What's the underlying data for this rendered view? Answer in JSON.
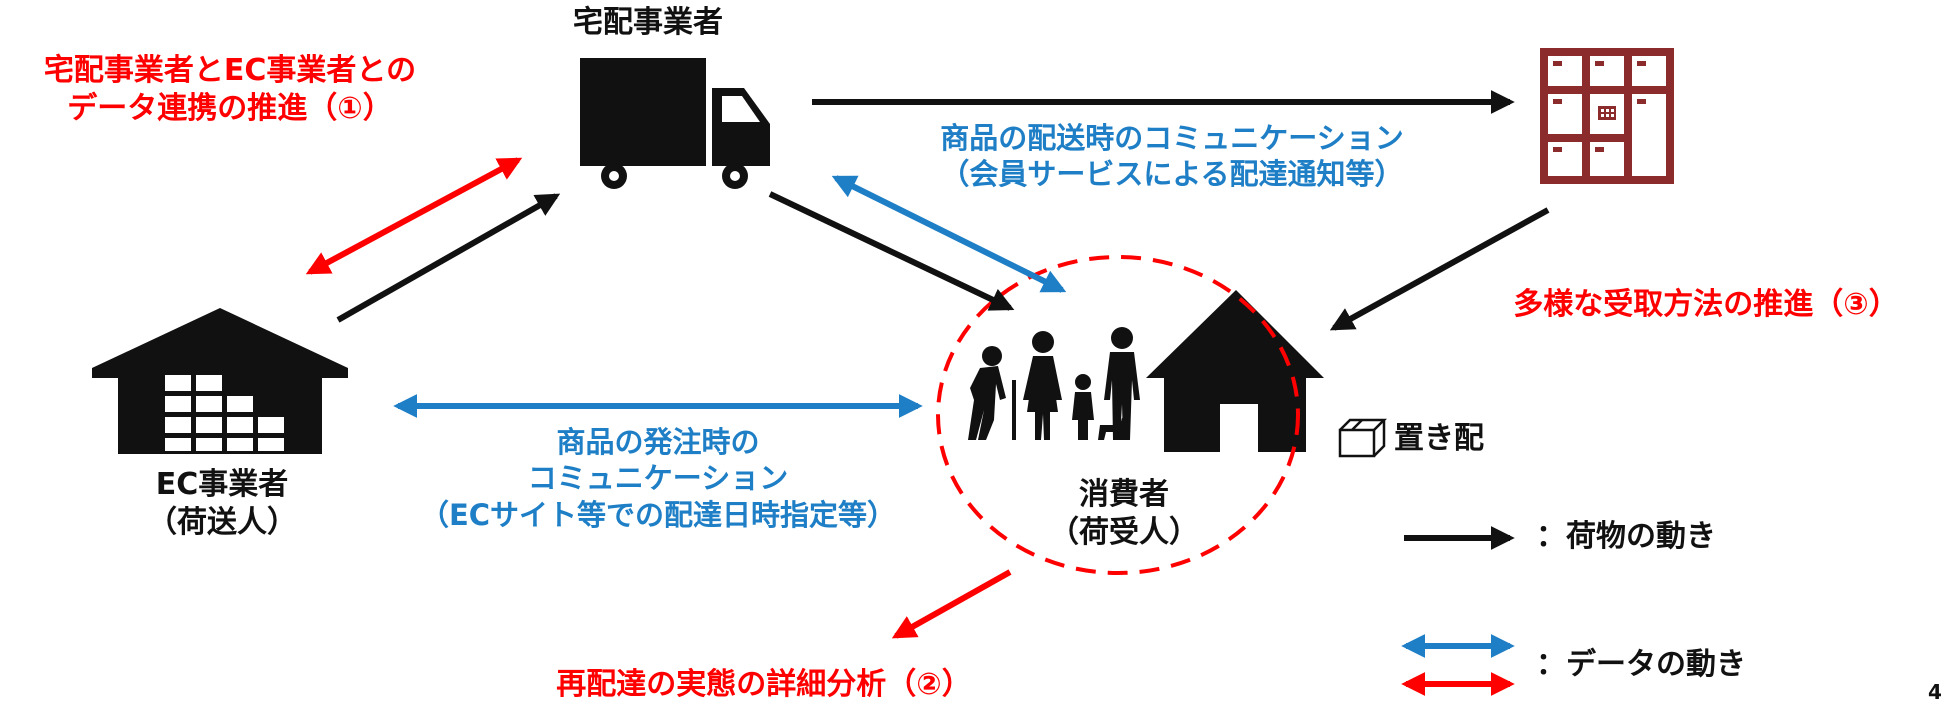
{
  "labels": {
    "delivery_company": "宅配事業者",
    "ec_company_line1": "EC事業者",
    "ec_company_line2": "（荷送人）",
    "consumer_line1": "消費者",
    "consumer_line2": "（荷受人）"
  },
  "initiatives": {
    "data_link_line1": "宅配事業者とEC事業者との",
    "data_link_line2": "データ連携の推進（①）",
    "redelivery_analysis": "再配達の実態の詳細分析（②）",
    "diverse_receipt": "多様な受取方法の推進（③）"
  },
  "communications": {
    "shipping_line1": "商品の配送時のコミュニケーション",
    "shipping_line2": "（会員サービスによる配達通知等）",
    "ordering_line1": "商品の発注時の",
    "ordering_line2": "コミュニケーション",
    "ordering_line3": "（ECサイト等での配達日時指定等）"
  },
  "options": {
    "drop_off": "置き配"
  },
  "legend": {
    "package_flow": "：荷物の動き",
    "data_flow": "：データの動き"
  },
  "page_number": "4",
  "colors": {
    "red": "#ff0000",
    "blue": "#1f7fc6",
    "black": "#111111",
    "locker": "#8b2b2b"
  }
}
